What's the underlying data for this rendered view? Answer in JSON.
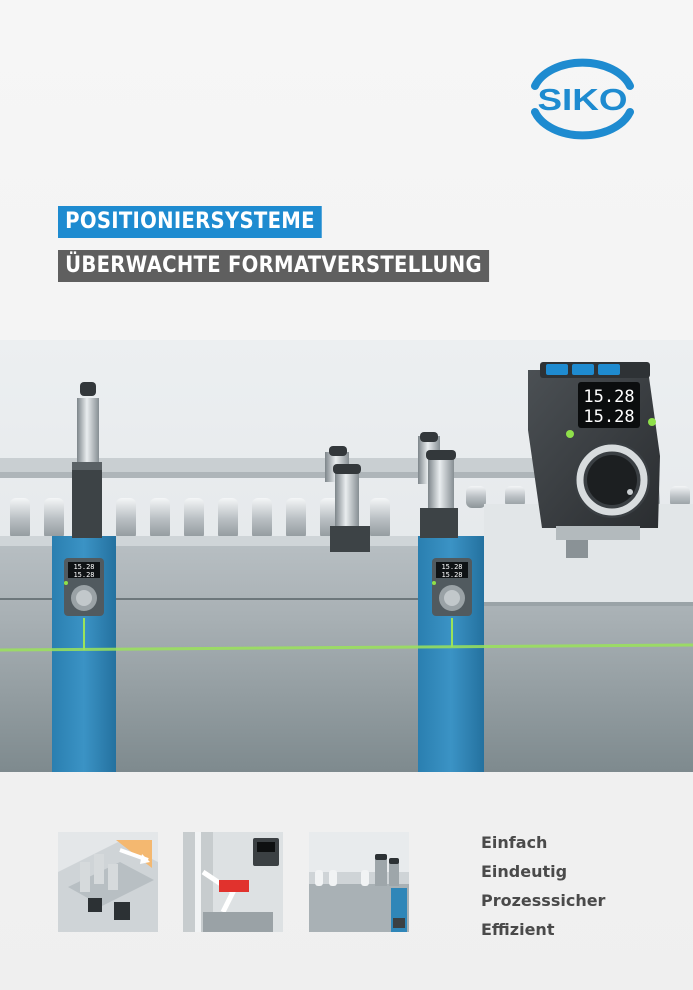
{
  "brand": {
    "logo_text": "SIKO",
    "color_blue": "#1e8bd0"
  },
  "titles": {
    "primary": "POSITIONIERSYSTEME",
    "secondary": "ÜBERWACHTE FORMATVERSTELLUNG"
  },
  "hero": {
    "display_line_1": "15.28",
    "display_line_2": "15.28",
    "small_display_line_1": "15.28",
    "small_display_line_2": "15.28"
  },
  "keywords": [
    "Einfach",
    "Eindeutig",
    "Prozesssicher",
    "Effizient"
  ],
  "colors": {
    "title_blue": "#1e8bd0",
    "title_grey": "#5f5f5f",
    "keyword_text": "#4a4a4a",
    "indicator_green": "#8fe04a"
  }
}
